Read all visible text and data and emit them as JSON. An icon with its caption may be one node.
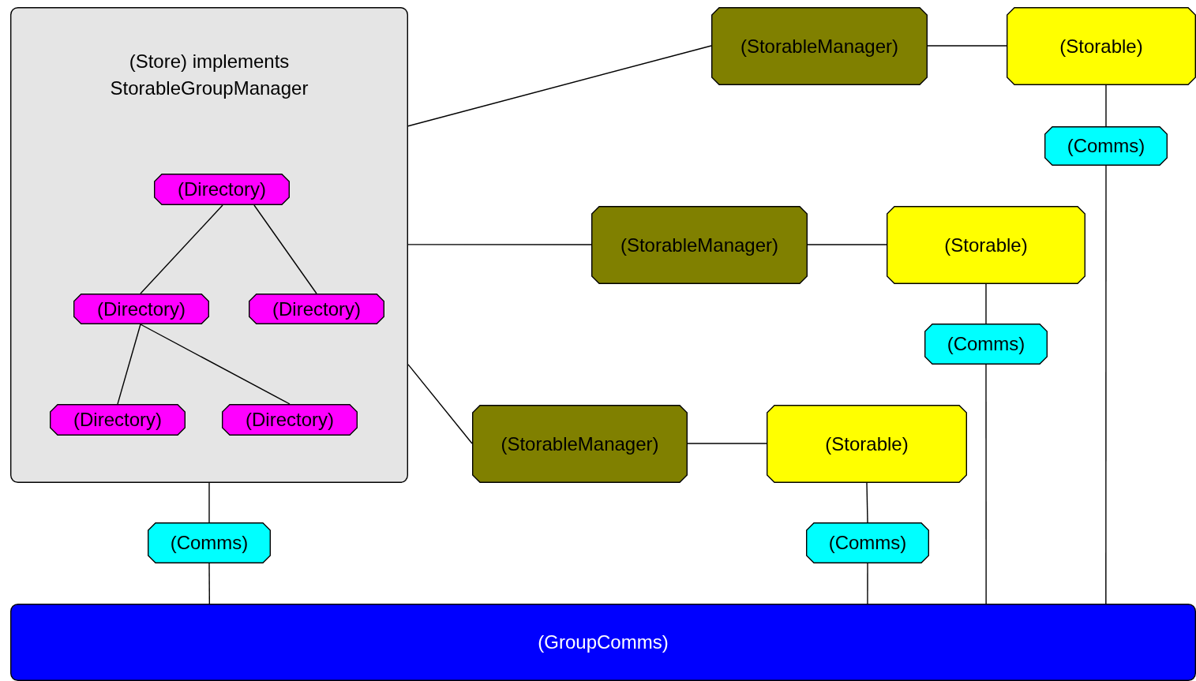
{
  "diagram": {
    "nodes": [
      {
        "text": [
          "(Store) implements StorableGroupManager"
        ]
      },
      {
        "text": [
          "(Directory)"
        ],
        "in": 0
      },
      {
        "text": [
          "(Directory)"
        ],
        "in": 0
      },
      {
        "text": [
          "(Directory)"
        ],
        "in": 0
      },
      {
        "text": [
          "(Directory)"
        ],
        "in": 0
      },
      {
        "text": [
          "(Directory)"
        ],
        "in": 0
      },
      {
        "text": [
          "(StorableManager)"
        ]
      },
      {
        "text": [
          "(Storable)"
        ]
      },
      {
        "text": [
          "(Comms)"
        ]
      },
      {
        "text": [
          "(StorableManager)"
        ]
      },
      {
        "text": [
          "(Storable)"
        ]
      },
      {
        "text": [
          "(Comms)"
        ]
      },
      {
        "text": [
          "(StorableManager)"
        ]
      },
      {
        "text": [
          "(Storable)"
        ]
      },
      {
        "text": [
          "(Comms)"
        ]
      },
      {
        "text": [
          "(Comms)"
        ]
      },
      {
        "text": [
          "(GroupComms)"
        ]
      }
    ],
    "edges": [
      {
        "from": 1,
        "to": 2,
        "arrow": "none"
      },
      {
        "from": 1,
        "to": 3,
        "arrow": "none"
      },
      {
        "from": 2,
        "to": 4,
        "arrow": "none"
      },
      {
        "from": 2,
        "to": 5,
        "arrow": "none"
      },
      {
        "from": 0,
        "to": 6,
        "arrow": "none"
      },
      {
        "from": 0,
        "to": 9,
        "arrow": "none"
      },
      {
        "from": 0,
        "to": 12,
        "arrow": "none"
      },
      {
        "from": 6,
        "to": 7,
        "arrow": "none"
      },
      {
        "from": 9,
        "to": 10,
        "arrow": "none"
      },
      {
        "from": 12,
        "to": 13,
        "arrow": "none"
      },
      {
        "from": 7,
        "to": 8,
        "arrow": "none"
      },
      {
        "from": 8,
        "to": 16,
        "arrow": "none"
      },
      {
        "from": 10,
        "to": 11,
        "arrow": "none"
      },
      {
        "from": 11,
        "to": 16,
        "arrow": "none"
      },
      {
        "from": 13,
        "to": 14,
        "arrow": "none"
      },
      {
        "from": 14,
        "to": 16,
        "arrow": "none"
      },
      {
        "from": 0,
        "to": 15,
        "arrow": "none"
      },
      {
        "from": 15,
        "to": 16,
        "arrow": "none"
      }
    ]
  }
}
